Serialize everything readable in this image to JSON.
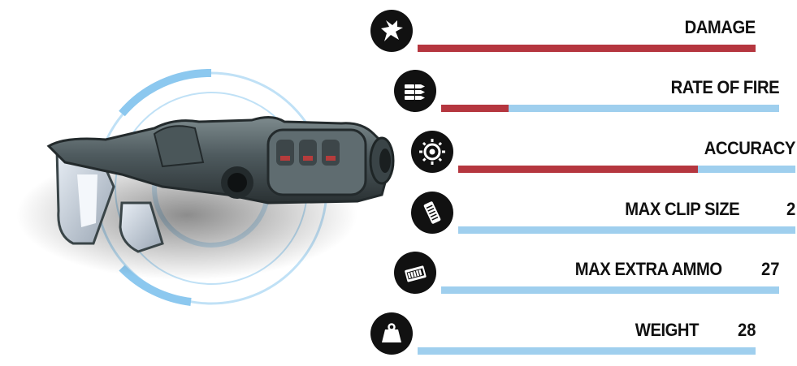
{
  "colors": {
    "fill": "#b5363f",
    "track": "#9fcfee",
    "icon_bg": "#111111"
  },
  "weapon": {
    "icon": "gun-icon"
  },
  "stats": [
    {
      "label": "DAMAGE",
      "value": "",
      "fill": 1.0,
      "icon": "damage-burst-icon"
    },
    {
      "label": "RATE OF FIRE",
      "value": "",
      "fill": 0.2,
      "icon": "bullets-icon"
    },
    {
      "label": "ACCURACY",
      "value": "",
      "fill": 0.71,
      "icon": "crosshair-icon"
    },
    {
      "label": "MAX CLIP SIZE",
      "value": "2",
      "fill": 0.0,
      "icon": "clip-icon"
    },
    {
      "label": "MAX EXTRA AMMO",
      "value": "27",
      "fill": 0.0,
      "icon": "ammo-box-icon"
    },
    {
      "label": "WEIGHT",
      "value": "28",
      "fill": 0.0,
      "icon": "weight-icon"
    }
  ]
}
